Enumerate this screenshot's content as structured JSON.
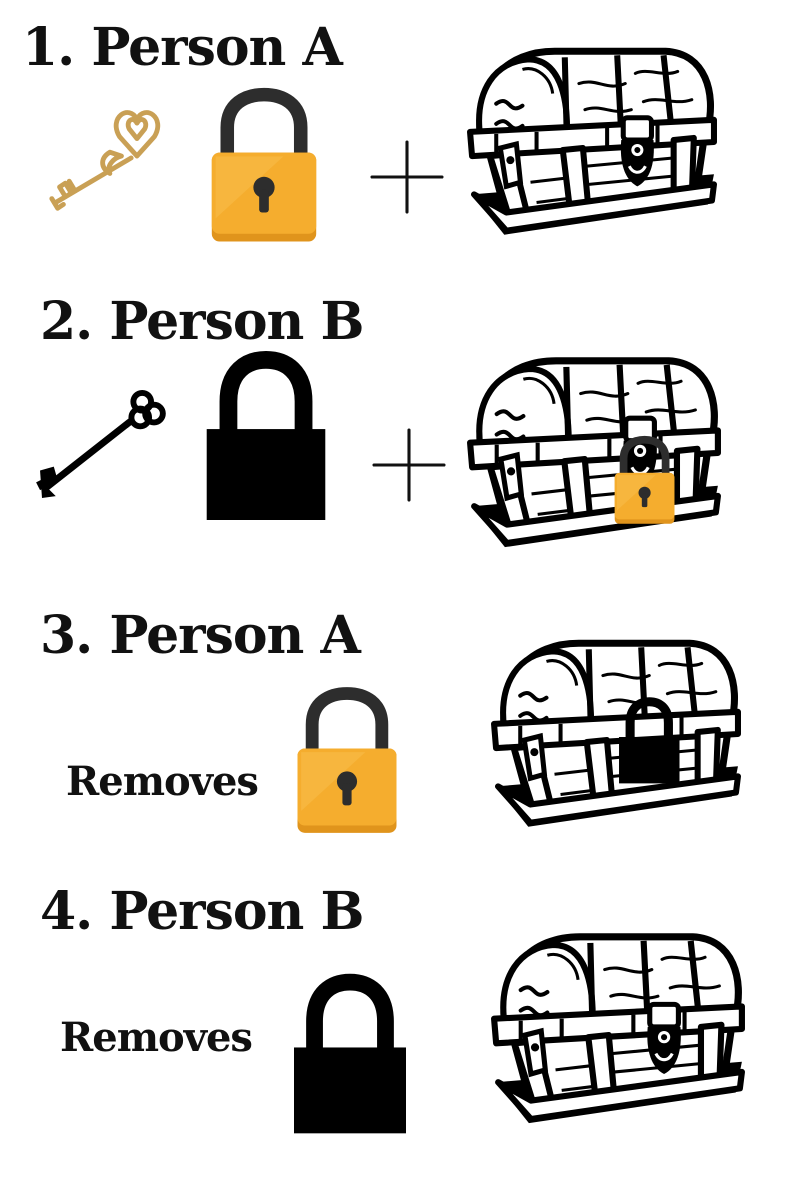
{
  "steps": [
    {
      "heading": "1. Person A",
      "key_icon": "ornate-gold-key-icon",
      "padlock": "gold",
      "operator": "+",
      "chest_icon": "treasure-chest-icon",
      "chest_lock_state": "original-latch"
    },
    {
      "heading": "2. Person B",
      "key_icon": "skeleton-key-icon",
      "padlock": "black",
      "operator": "+",
      "chest_icon": "treasure-chest-icon",
      "chest_lock_state": "gold-padlock-attached"
    },
    {
      "heading": "3. Person A",
      "action": "Removes",
      "padlock": "gold",
      "chest_icon": "treasure-chest-icon",
      "chest_lock_state": "black-padlock-attached"
    },
    {
      "heading": "4. Person B",
      "action": "Removes",
      "padlock": "black",
      "chest_icon": "treasure-chest-icon",
      "chest_lock_state": "original-latch"
    }
  ],
  "colors": {
    "gold_lock_body": "#F5AD2E",
    "gold_lock_shade": "#E0941C",
    "black_lock": "#000000",
    "key_gold": "#C9A055",
    "ink": "#111111"
  }
}
